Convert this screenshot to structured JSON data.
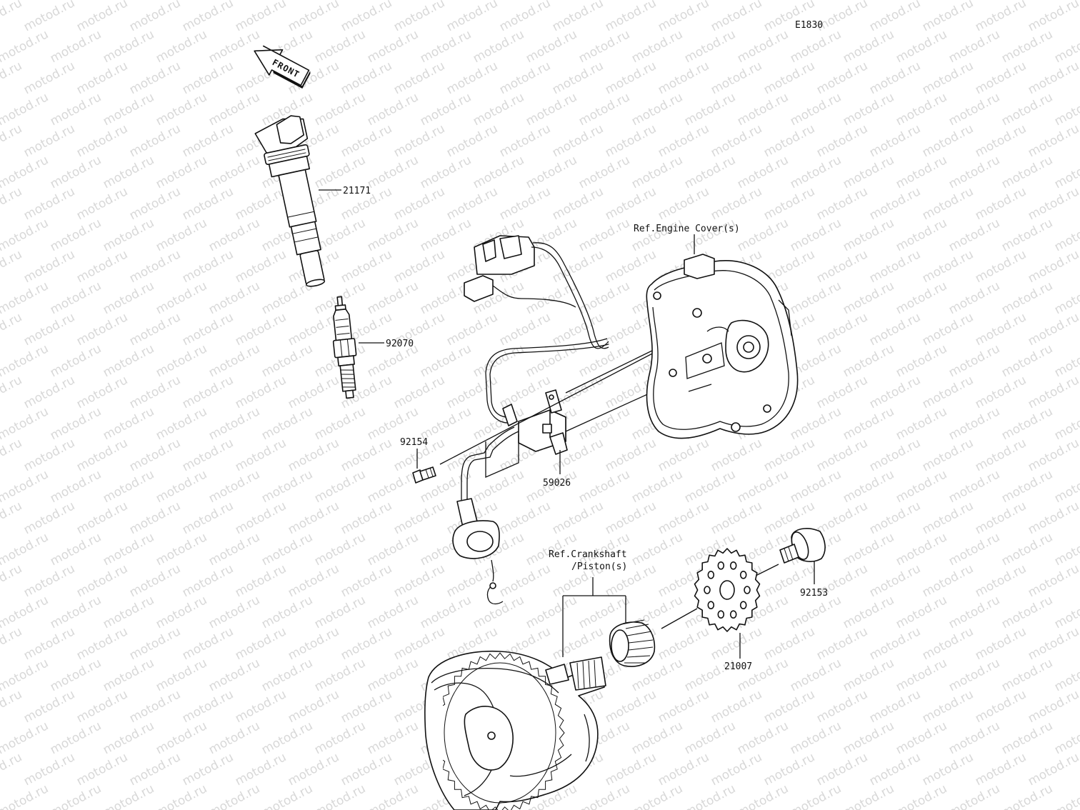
{
  "diagram": {
    "code": "E1830",
    "front_label": "FRONT",
    "watermark": "motod.ru",
    "parts": [
      {
        "number": "21171"
      },
      {
        "number": "92070"
      },
      {
        "number": "92154"
      },
      {
        "number": "59026"
      },
      {
        "number": "92153"
      },
      {
        "number": "21007"
      }
    ],
    "references": {
      "engine_cover": "Ref.Engine Cover(s)",
      "crankshaft_line1": "Ref.Crankshaft",
      "crankshaft_line2": "/Piston(s)"
    }
  }
}
